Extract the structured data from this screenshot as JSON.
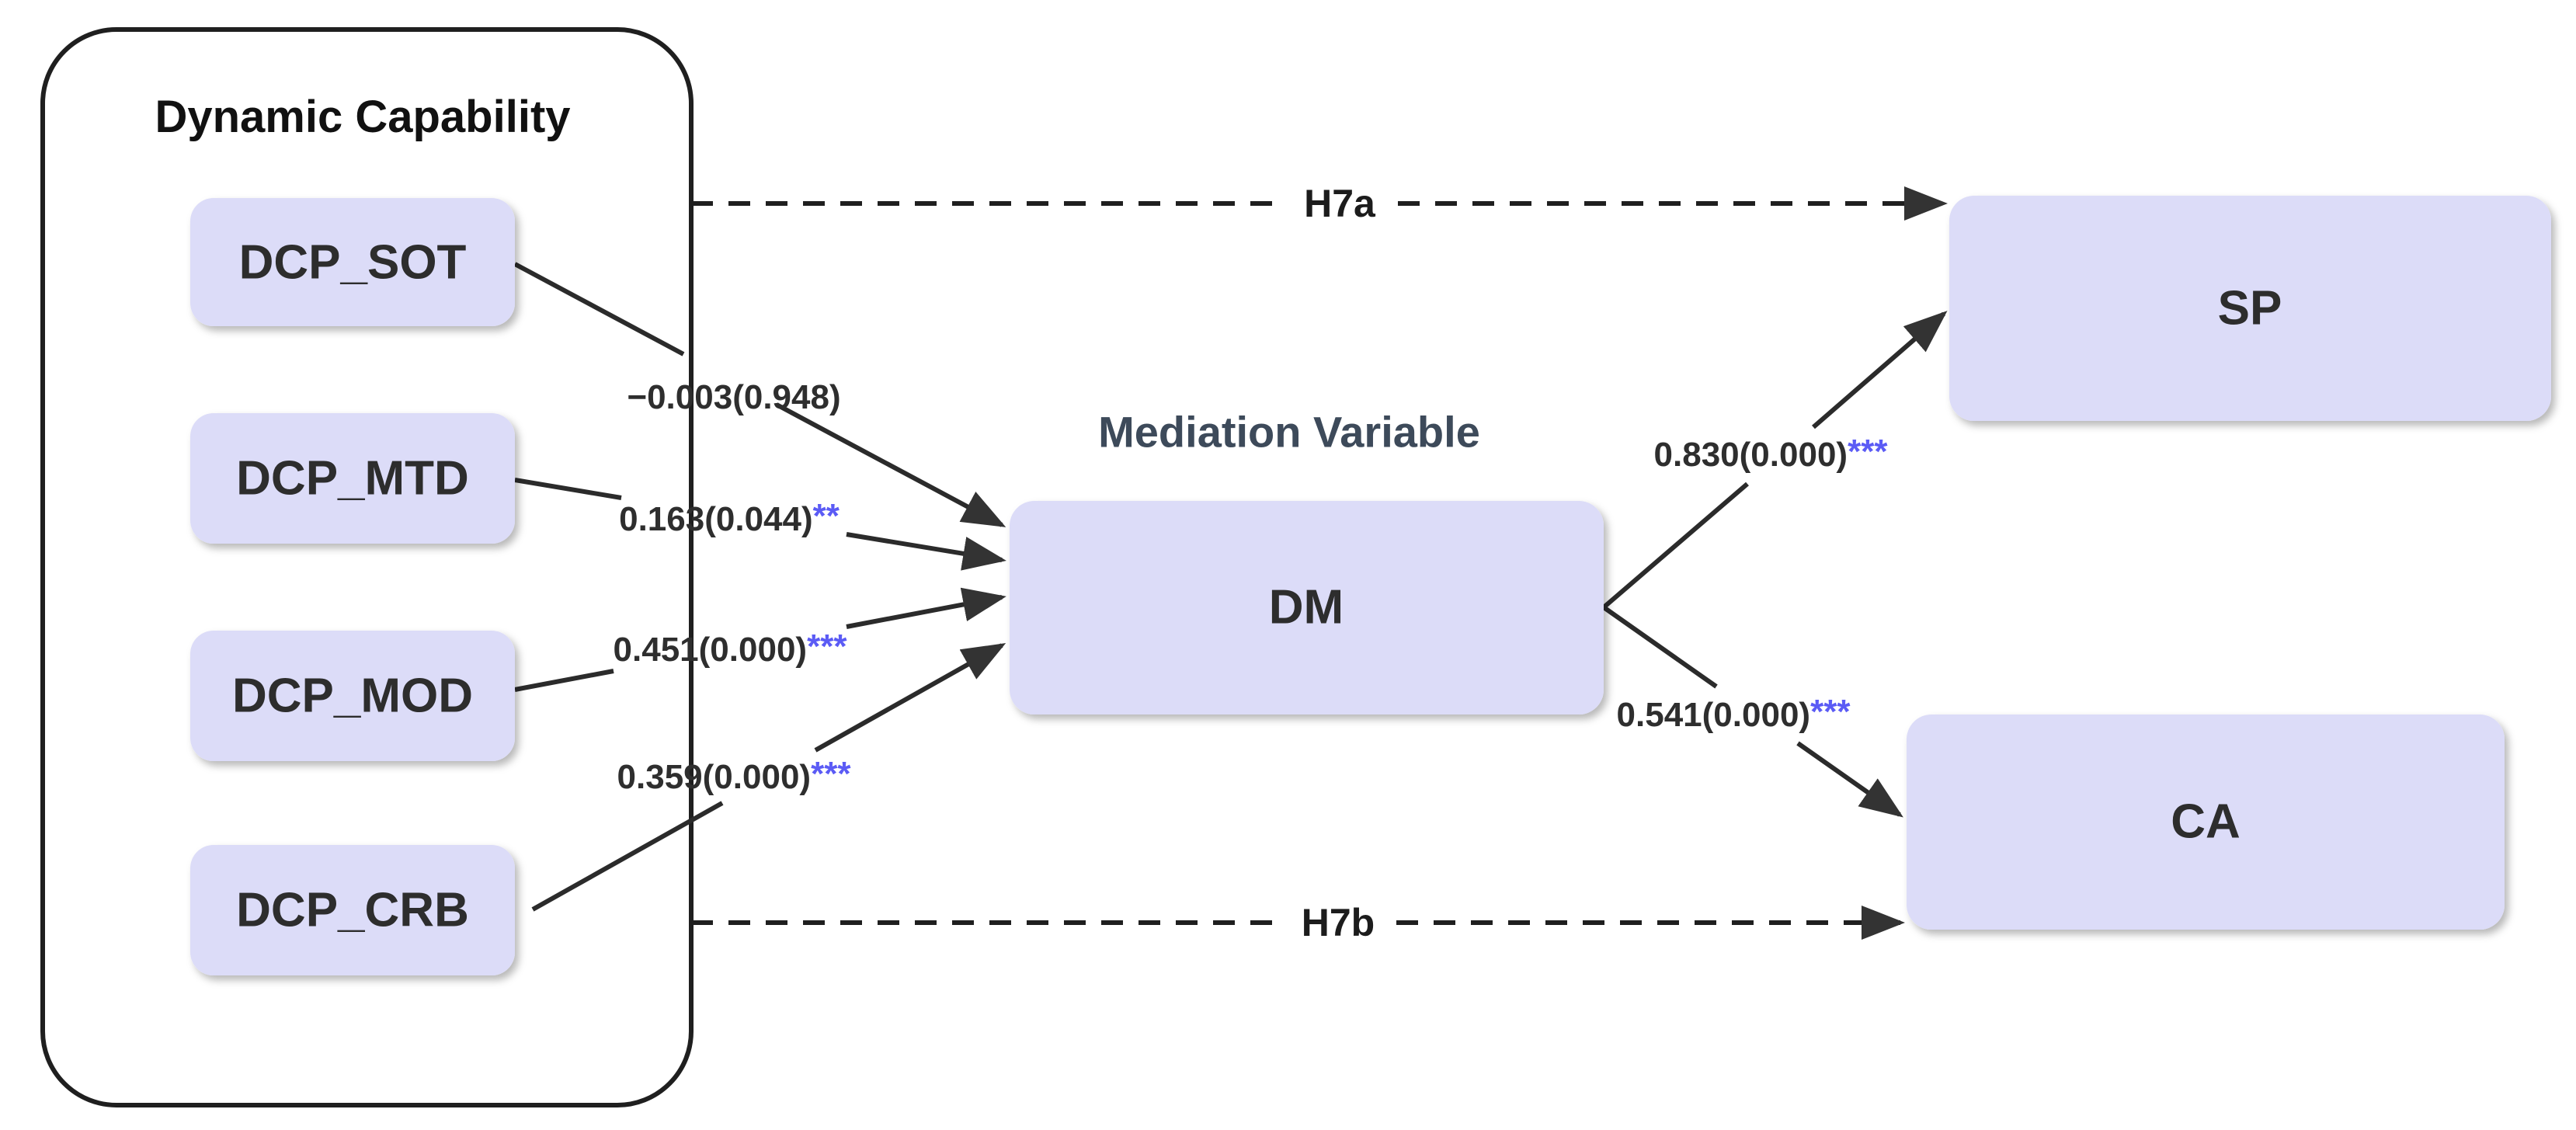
{
  "group": {
    "title": "Dynamic Capability"
  },
  "nodes": {
    "dcp_sot": "DCP_SOT",
    "dcp_mtd": "DCP_MTD",
    "dcp_mod": "DCP_MOD",
    "dcp_crb": "DCP_CRB",
    "dm": "DM",
    "sp": "SP",
    "ca": "CA"
  },
  "labels": {
    "mediation": "Mediation Variable"
  },
  "paths": {
    "sot_dm": {
      "value": "−0.003(0.948)",
      "stars": ""
    },
    "mtd_dm": {
      "value": "0.163(0.044)",
      "stars": "**"
    },
    "mod_dm": {
      "value": "0.451(0.000)",
      "stars": "***"
    },
    "crb_dm": {
      "value": "0.359(0.000)",
      "stars": "***"
    },
    "dm_sp": {
      "value": "0.830(0.000)",
      "stars": "***"
    },
    "dm_ca": {
      "value": "0.541(0.000)",
      "stars": "***"
    },
    "h7a": "H7a",
    "h7b": "H7b"
  },
  "colors": {
    "node_fill": "#dcdcf8",
    "star": "#5b5bf5",
    "edge": "#2b2b2b",
    "mediation_text": "#3d4a5a",
    "node_text": "#2d2d2d"
  }
}
